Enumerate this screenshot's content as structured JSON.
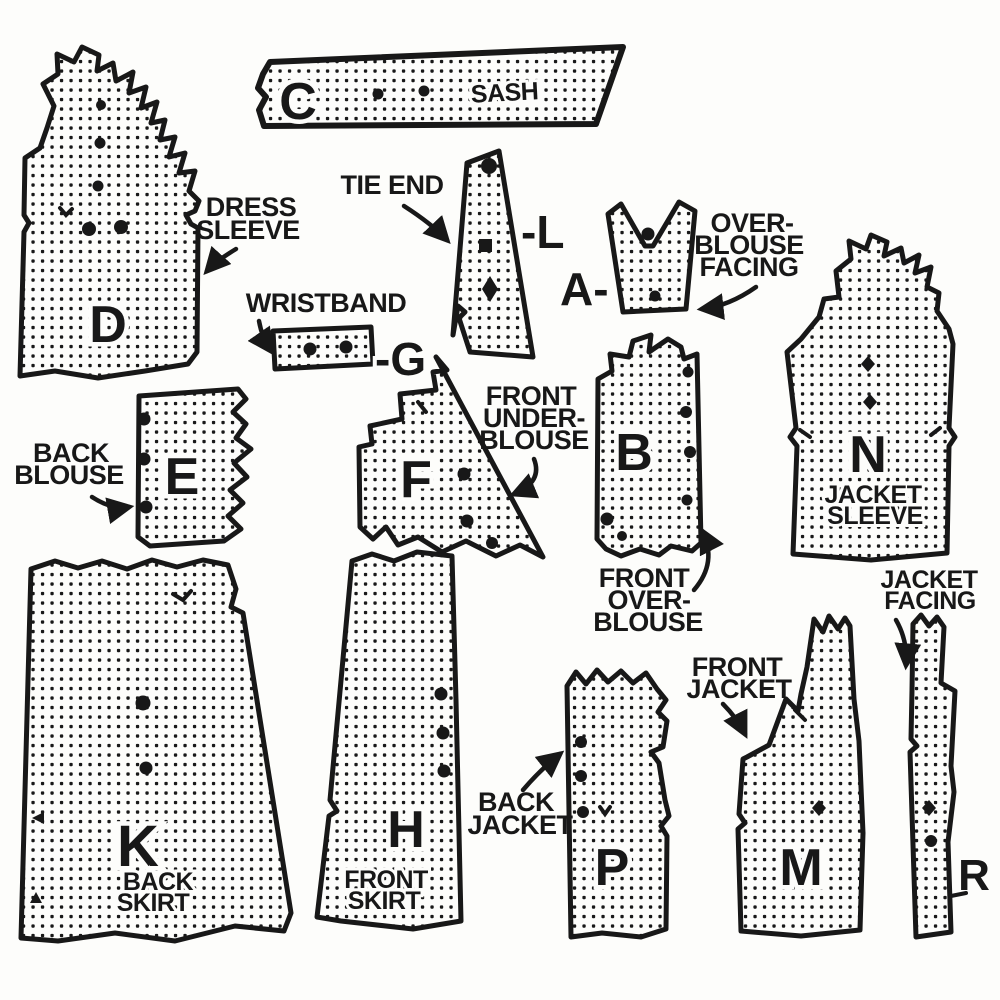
{
  "title": "Vintage sewing pattern cutting diagram",
  "colors": {
    "ink": "#181818",
    "paper": "#fdfdfb"
  },
  "pieces": {
    "sash": {
      "letter": "C",
      "inner_label": "SASH"
    },
    "dress_sleeve": {
      "letter": "D",
      "label_lines": [
        "DRESS",
        "SLEEVE"
      ]
    },
    "tie_end": {
      "letter_tag": "-L",
      "label_lines": [
        "TIE END"
      ]
    },
    "overblouse_facing": {
      "letter_tag": "A-",
      "label_lines": [
        "OVER-",
        "BLOUSE",
        "FACING"
      ]
    },
    "wristband": {
      "letter_tag": "-G",
      "label_lines": [
        "WRISTBAND"
      ]
    },
    "front_underblouse": {
      "letter": "F",
      "label_lines": [
        "FRONT",
        "UNDER-",
        "BLOUSE"
      ]
    },
    "back_blouse": {
      "letter": "E",
      "label_lines": [
        "BACK",
        "BLOUSE"
      ]
    },
    "front_overblouse": {
      "letter": "B",
      "label_lines": [
        "FRONT",
        "OVER-",
        "BLOUSE"
      ]
    },
    "jacket_sleeve": {
      "letter": "N",
      "inner_label_lines": [
        "JACKET",
        "SLEEVE"
      ]
    },
    "back_skirt": {
      "letter": "K",
      "inner_label_lines": [
        "BACK",
        "SKIRT"
      ]
    },
    "front_skirt": {
      "letter": "H",
      "inner_label_lines": [
        "FRONT",
        "SKIRT"
      ]
    },
    "back_jacket": {
      "letter": "P",
      "label_lines": [
        "BACK",
        "JACKET"
      ]
    },
    "front_jacket": {
      "letter": "M",
      "label_lines": [
        "FRONT",
        "JACKET"
      ]
    },
    "jacket_facing": {
      "letter": "R",
      "label_lines": [
        "JACKET",
        "FACING"
      ]
    }
  }
}
